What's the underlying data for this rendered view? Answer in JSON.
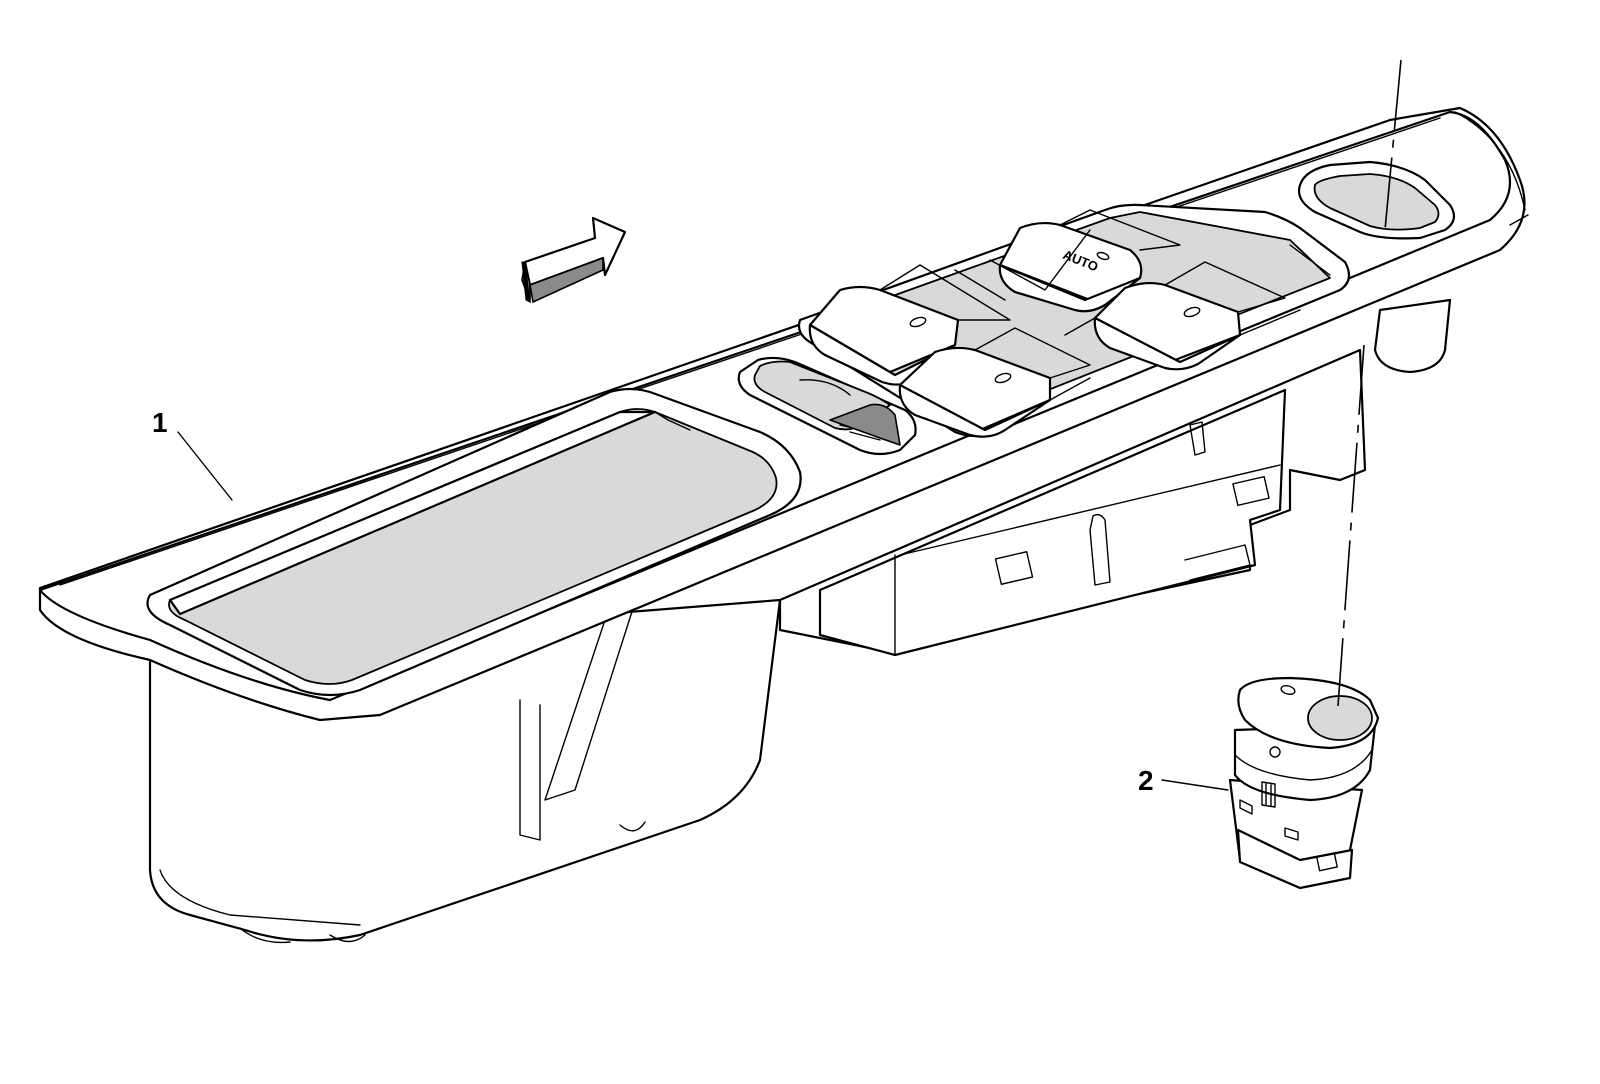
{
  "callouts": [
    {
      "id": "1",
      "label": "1"
    },
    {
      "id": "2",
      "label": "2"
    }
  ],
  "switch_text": {
    "auto": "AUTO"
  },
  "icons": {
    "direction_arrow": "hollow-arrow-icon"
  },
  "colors": {
    "line": "#000000",
    "background": "#ffffff",
    "shade": "#d9d9d9"
  }
}
